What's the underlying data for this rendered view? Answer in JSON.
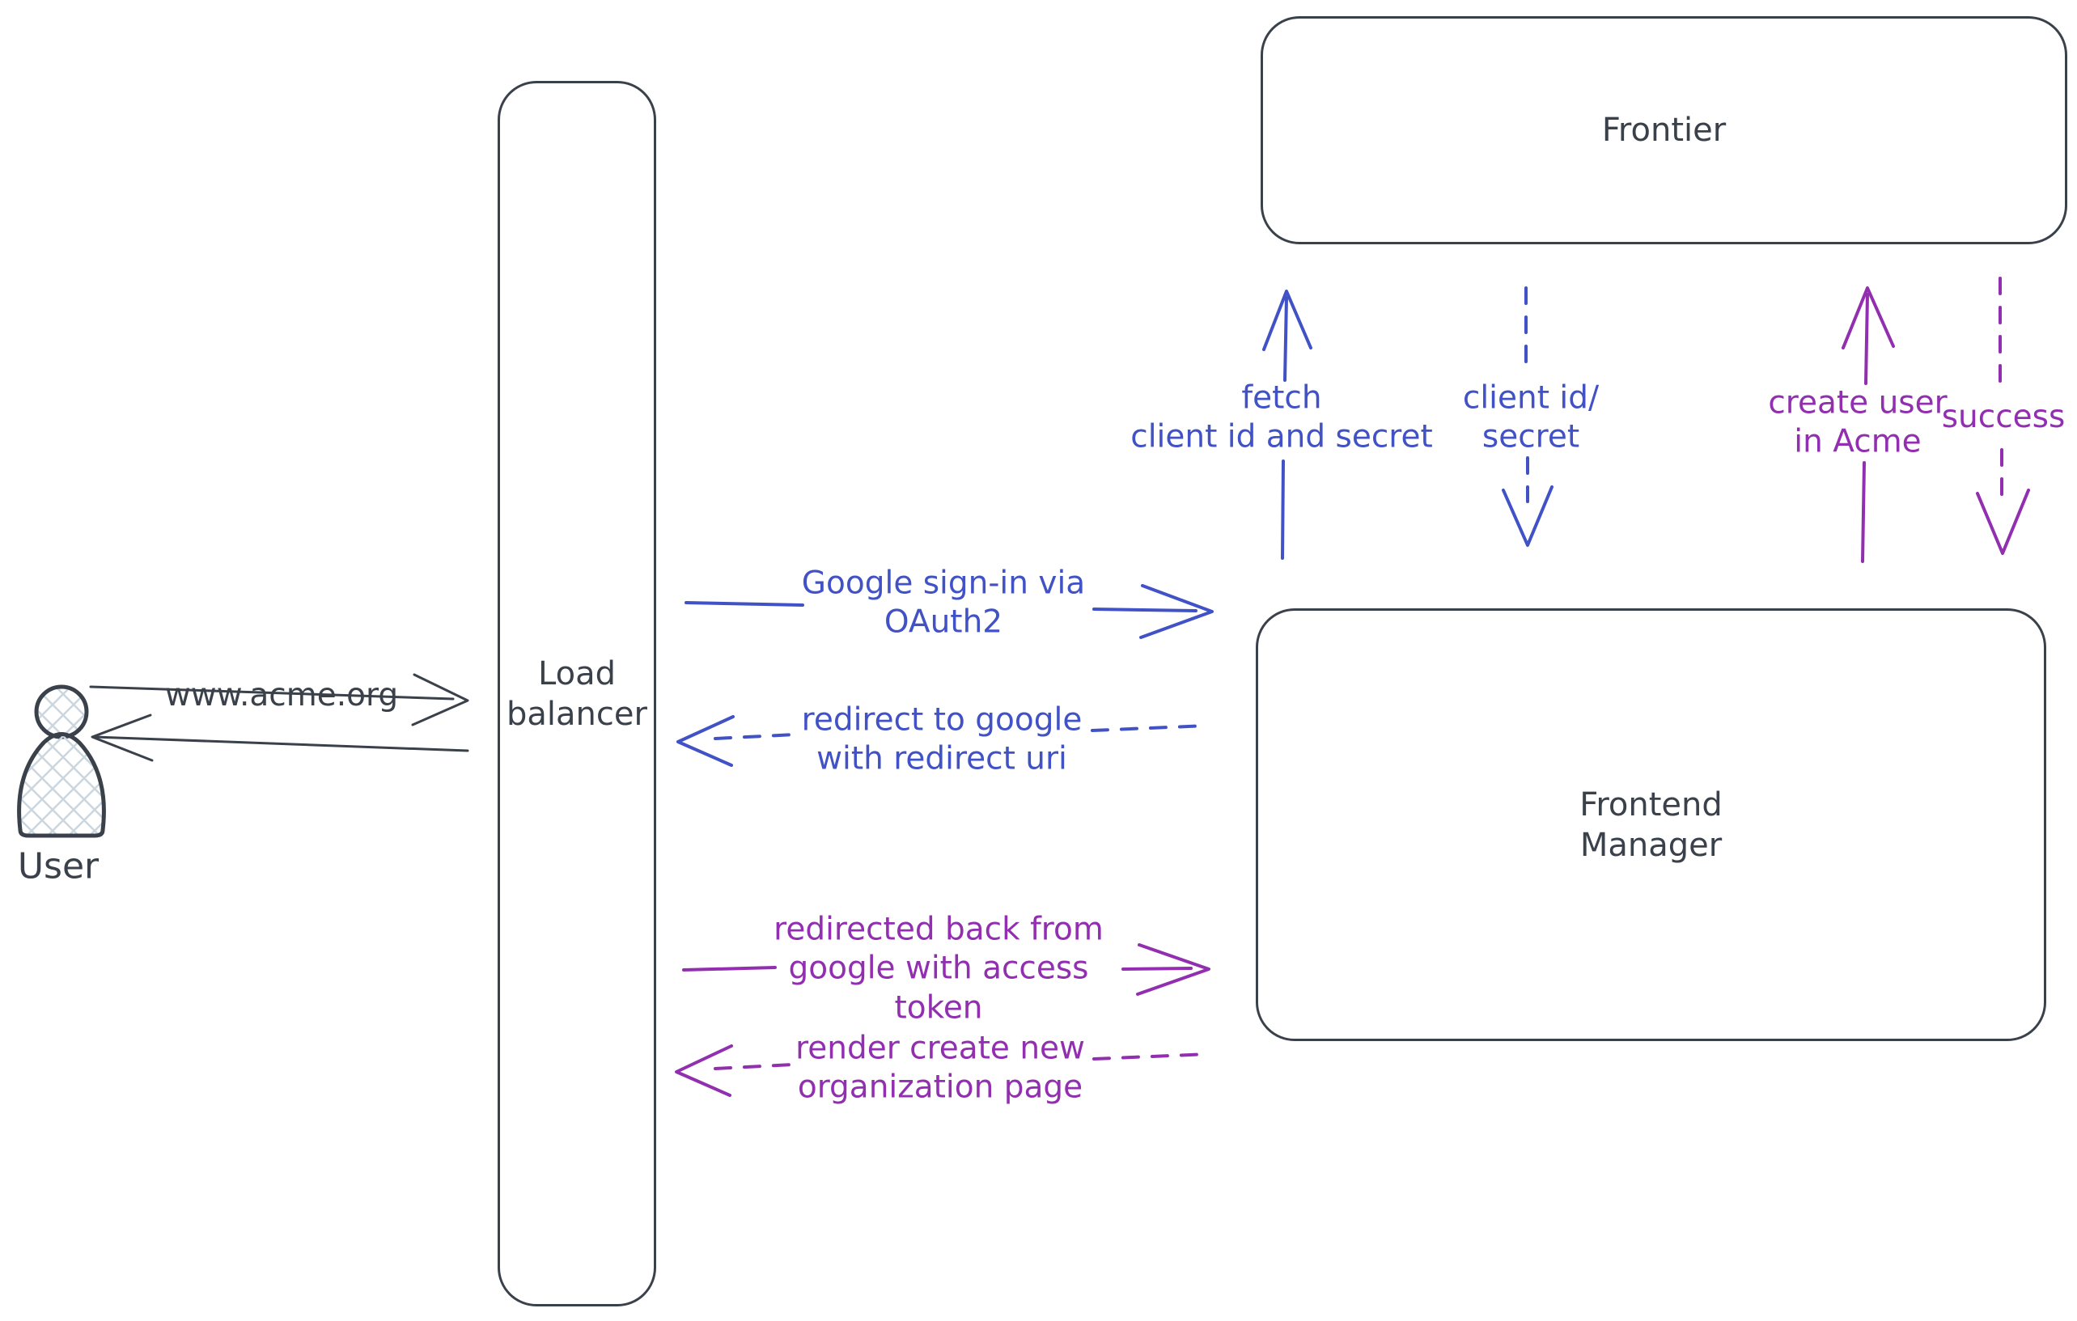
{
  "colors": {
    "ink": "#3a414a",
    "blue": "#4152c6",
    "purple": "#922fb0",
    "hatch": "#ccd6de",
    "background": "#ffffff"
  },
  "nodes": {
    "user": {
      "label": "User"
    },
    "load_balancer": {
      "label": "Load\nbalancer"
    },
    "frontier": {
      "label": "Frontier"
    },
    "frontend_manager": {
      "label": "Frontend\nManager"
    }
  },
  "edges": {
    "www_acme_request": {
      "label": "www.acme.org",
      "style": "solid",
      "direction": "user-to-load-balancer"
    },
    "response_to_user": {
      "label": "",
      "style": "solid",
      "direction": "load-balancer-to-user"
    },
    "google_signin": {
      "label": "Google sign-in via\nOAuth2",
      "style": "solid",
      "direction": "load-balancer-to-frontend-manager"
    },
    "redirect_to_google": {
      "label": "redirect to google\nwith redirect uri",
      "style": "dashed",
      "direction": "frontend-manager-to-load-balancer"
    },
    "redirected_back": {
      "label": "redirected back from\ngoogle with access\ntoken",
      "style": "solid",
      "direction": "load-balancer-to-frontend-manager"
    },
    "render_org_page": {
      "label": "render create new\norganization page",
      "style": "dashed",
      "direction": "frontend-manager-to-load-balancer"
    },
    "fetch_client_id": {
      "label": "fetch\nclient id and secret",
      "style": "solid",
      "direction": "frontend-manager-to-frontier"
    },
    "client_id_secret": {
      "label": "client id/\nsecret",
      "style": "dashed",
      "direction": "frontier-to-frontend-manager"
    },
    "create_user": {
      "label": "create user\nin Acme",
      "style": "solid",
      "direction": "frontend-manager-to-frontier"
    },
    "success": {
      "label": "success",
      "style": "dashed",
      "direction": "frontier-to-frontend-manager"
    }
  }
}
